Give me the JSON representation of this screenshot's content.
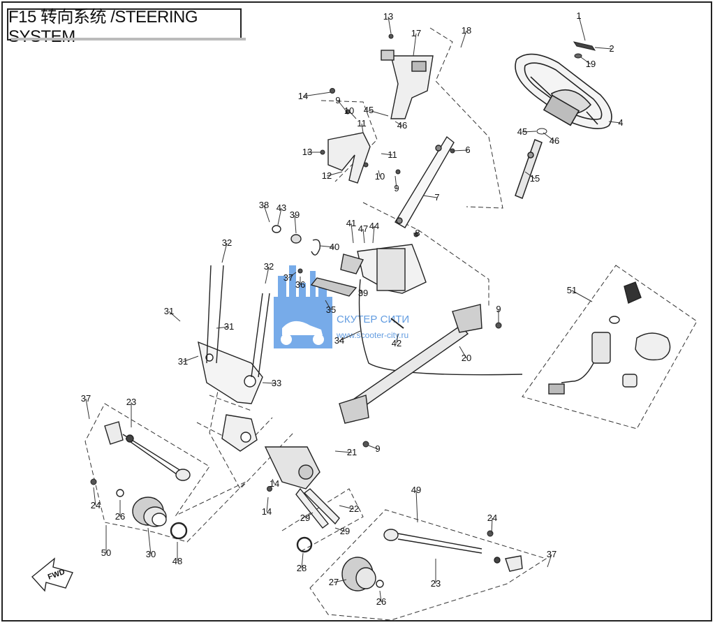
{
  "title": "F15 转向系统 /STEERING SYSTEM",
  "watermark": {
    "brand": "СКУТЕР СИТИ",
    "url": "www.scooter-city.ru",
    "color": "#2e7bd6"
  },
  "fwd_label": "FWD",
  "callouts": [
    "1",
    "2",
    "4",
    "19",
    "45",
    "46",
    "15",
    "13",
    "17",
    "18",
    "14",
    "9",
    "10",
    "11",
    "45",
    "46",
    "13",
    "12",
    "11",
    "10",
    "9",
    "6",
    "7",
    "8",
    "38",
    "43",
    "39",
    "40",
    "41",
    "47",
    "44",
    "37",
    "36",
    "35",
    "39",
    "42",
    "34",
    "32",
    "32",
    "31",
    "31",
    "31",
    "33",
    "9",
    "20",
    "21",
    "9",
    "14",
    "14",
    "22",
    "29",
    "29",
    "28",
    "27",
    "26",
    "37",
    "23",
    "24",
    "26",
    "30",
    "48",
    "50",
    "49",
    "24",
    "37",
    "23",
    "51"
  ]
}
